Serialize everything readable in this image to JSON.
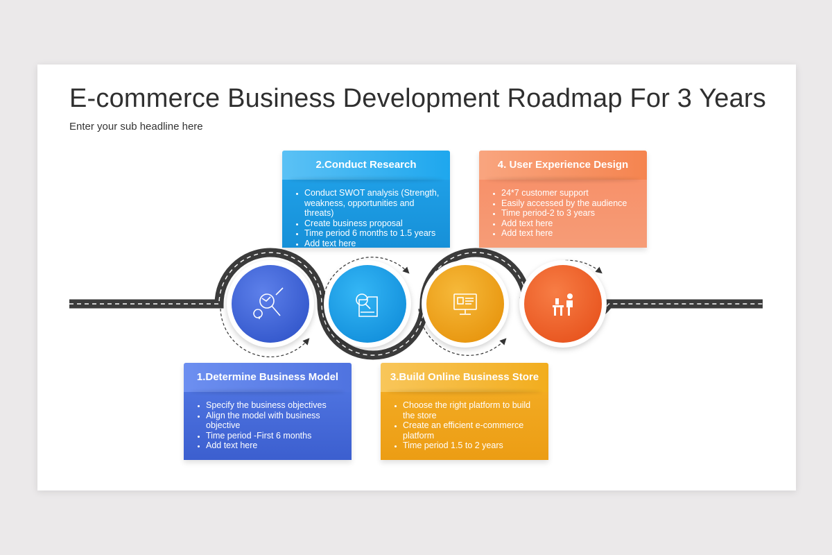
{
  "title": "E-commerce Business Development Roadmap For 3 Years",
  "subtitle": "Enter your sub headline here",
  "colors": {
    "step1": "#3f63d6",
    "step2": "#1a9fe8",
    "step3": "#f0a418",
    "step4": "#f2612a",
    "road": "#3a3a3a"
  },
  "steps": [
    {
      "heading": "1.Determine Business Model",
      "icon": "business-model-tools-icon",
      "bullets": [
        "Specify the business objectives",
        "Align the model with business objective",
        "Time period -First 6 months",
        "Add text here"
      ]
    },
    {
      "heading": "2.Conduct Research",
      "icon": "research-folder-magnifier-icon",
      "bullets": [
        "Conduct SWOT analysis (Strength, weakness, opportunities and threats)",
        "Create business proposal",
        "Time period 6 months to 1.5 years",
        "Add text here"
      ]
    },
    {
      "heading": "3.Build Online Business Store",
      "icon": "online-store-monitor-icon",
      "bullets": [
        "Choose the right platform to build the store",
        "Create an efficient e-commerce platform",
        "Time period 1.5 to 2 years"
      ]
    },
    {
      "heading": "4. User Experience Design",
      "icon": "user-at-desk-icon",
      "bullets": [
        "24*7 customer support",
        "Easily accessed by the audience",
        "Time period-2 to 3 years",
        "Add text here",
        "Add text here"
      ]
    }
  ]
}
